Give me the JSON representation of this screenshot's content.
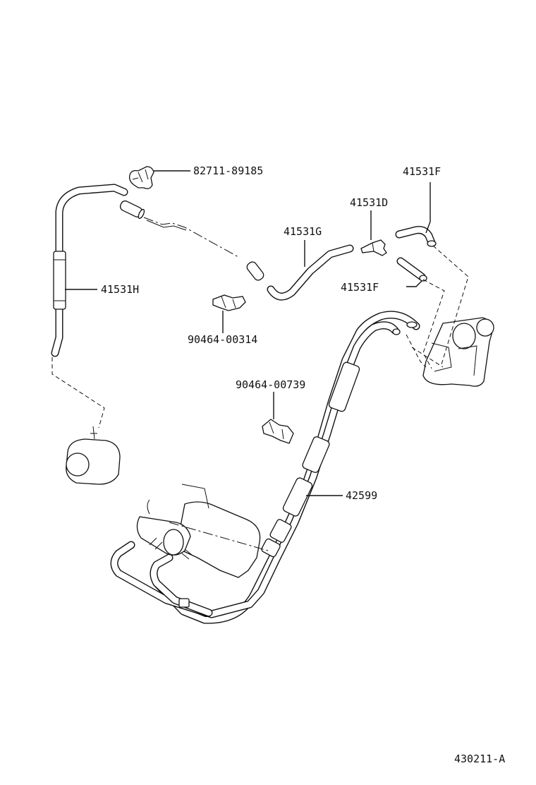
{
  "labels": {
    "clip_82711_89185": "82711-89185",
    "hose_41531F_top": "41531F",
    "hose_41531D": "41531D",
    "hose_41531G": "41531G",
    "hose_41531F_lower": "41531F",
    "hose_41531H": "41531H",
    "clamp_90464_00314": "90464-00314",
    "clamp_90464_00739": "90464-00739",
    "pipe_42599": "42599",
    "figure_code": "430211-A"
  }
}
